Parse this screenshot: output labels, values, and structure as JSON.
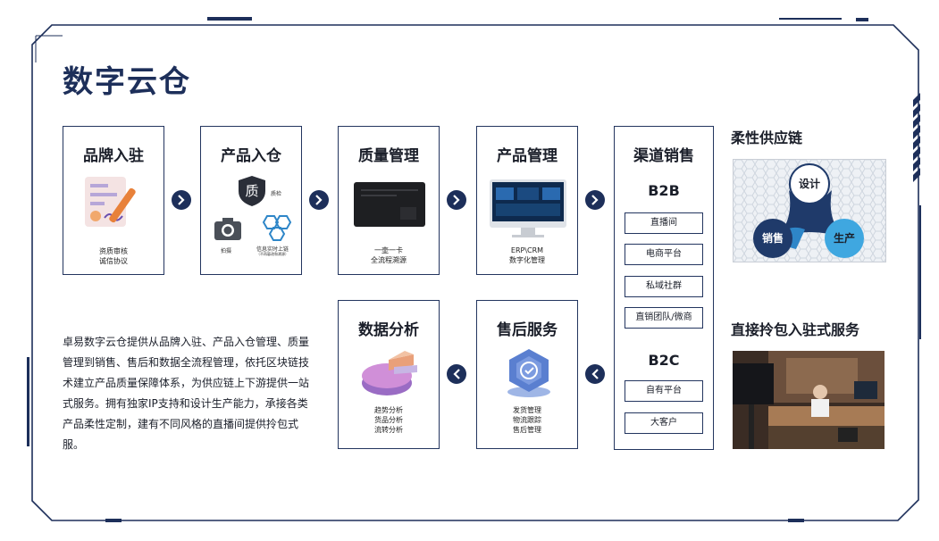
{
  "page": {
    "title": "数字云仓"
  },
  "flow_top": [
    {
      "title": "品牌入驻",
      "caption": [
        "资质审核",
        "诚信协议"
      ]
    },
    {
      "title": "产品入仓",
      "badge_char": "质",
      "badge_text": "质检",
      "camera_label": "拍摄",
      "chain_label": "信息实时上链",
      "chain_sub": "（不再篡改和溯源）"
    },
    {
      "title": "质量管理",
      "caption": [
        "一壶一卡",
        "全流程溯源"
      ]
    },
    {
      "title": "产品管理",
      "caption": [
        "ERP\\CRM",
        "数字化管理"
      ]
    }
  ],
  "channel": {
    "title": "渠道销售",
    "b2b_label": "B2B",
    "b2b_items": [
      "直播间",
      "电商平台",
      "私域社群",
      "直销团队/微商"
    ],
    "b2c_label": "B2C",
    "b2c_items": [
      "自有平台",
      "大客户"
    ]
  },
  "flow_bottom": [
    {
      "title": "售后服务",
      "caption": [
        "发货管理",
        "物流跟踪",
        "售后管理"
      ]
    },
    {
      "title": "数据分析",
      "caption": [
        "趋势分析",
        "货品分析",
        "流转分析"
      ]
    }
  ],
  "description": "卓易数字云仓提供从品牌入驻、产品入仓管理、质量管理到销售、售后和数据全流程管理，依托区块链技术建立产品质量保障体系，为供应链上下游提供一站式服务。拥有独家IP支持和设计生产能力，承接各类产品柔性定制，建有不同风格的直播间提供拎包式服。",
  "flexible_supply": {
    "heading": "柔性供应链",
    "nodes": {
      "top": "设计",
      "left": "销售",
      "right": "生产"
    }
  },
  "live_service": {
    "heading": "直接拎包入驻式服务"
  },
  "colors": {
    "navy": "#1d2f5a",
    "accent_blue": "#2e86c8",
    "dark_node": "#1f3a6a",
    "light_blue": "#3fa7e0"
  }
}
